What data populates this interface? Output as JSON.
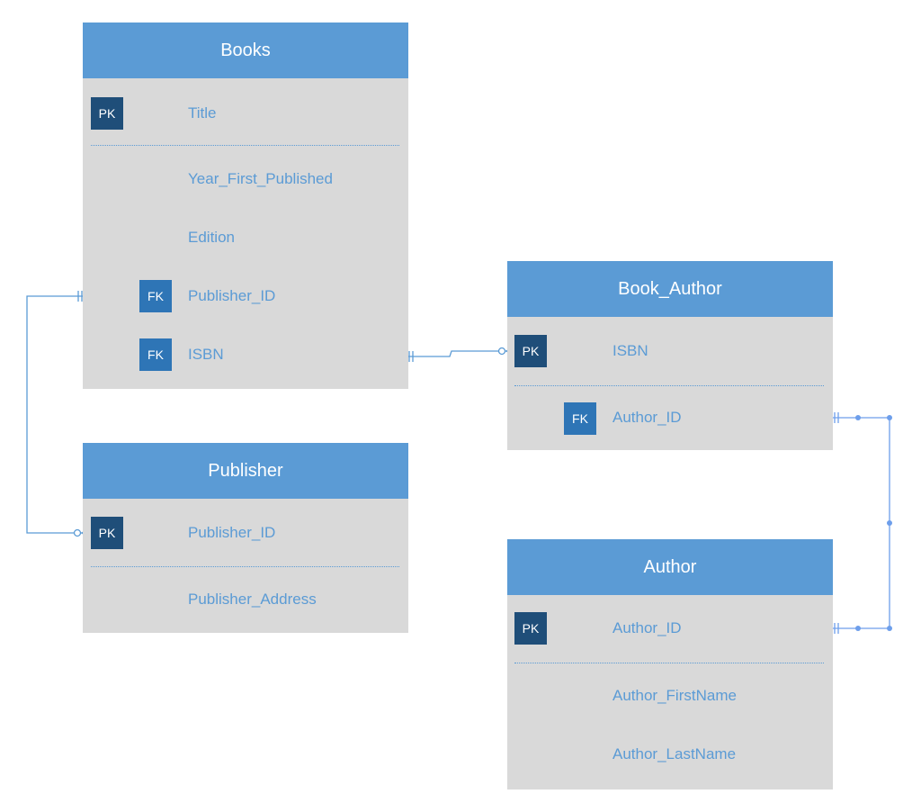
{
  "colors": {
    "header": "#5b9bd5",
    "body": "#d9d9d9",
    "pk_badge": "#1f4e79",
    "fk_badge": "#2e75b6",
    "field_text": "#5b9bd5",
    "connector": "#5b9bd5",
    "selected_connector": "#6d9eeb",
    "selection_handle": "#70ad47"
  },
  "entities": {
    "books": {
      "title": "Books",
      "fields": [
        {
          "key": "PK",
          "name": "Title"
        },
        {
          "key": "",
          "name": "Year_First_Published"
        },
        {
          "key": "",
          "name": "Edition"
        },
        {
          "key": "FK",
          "name": "Publisher_ID"
        },
        {
          "key": "FK",
          "name": "ISBN"
        }
      ]
    },
    "publisher": {
      "title": "Publisher",
      "fields": [
        {
          "key": "PK",
          "name": "Publisher_ID"
        },
        {
          "key": "",
          "name": "Publisher_Address"
        }
      ]
    },
    "book_author": {
      "title": "Book_Author",
      "fields": [
        {
          "key": "PK",
          "name": "ISBN"
        },
        {
          "key": "FK",
          "name": "Author_ID"
        }
      ]
    },
    "author": {
      "title": "Author",
      "fields": [
        {
          "key": "PK",
          "name": "Author_ID"
        },
        {
          "key": "",
          "name": "Author_FirstName"
        },
        {
          "key": "",
          "name": "Author_LastName"
        }
      ]
    }
  },
  "relationships": [
    {
      "from": "Books.Publisher_ID",
      "to": "Publisher.Publisher_ID",
      "from_cardinality": "one-and-only-one",
      "to_cardinality": "zero-or-many"
    },
    {
      "from": "Books.ISBN",
      "to": "Book_Author.ISBN",
      "from_cardinality": "one-and-only-one",
      "to_cardinality": "zero-or-many"
    },
    {
      "from": "Book_Author.Author_ID",
      "to": "Author.Author_ID",
      "from_cardinality": "one-and-only-one",
      "to_cardinality": "one-and-only-one",
      "selected": true
    }
  ]
}
